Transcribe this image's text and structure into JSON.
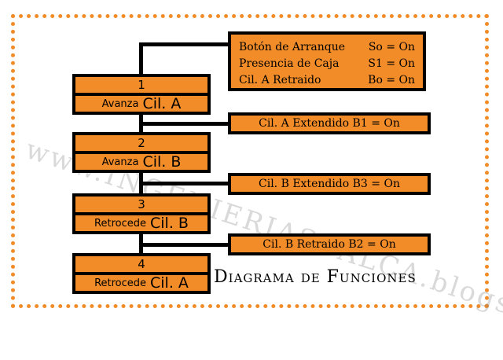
{
  "watermark": "www.INGENIERIASCALCA.blogspot.com",
  "title": "Diagrama de Funciones",
  "start_conditions": [
    {
      "label": "Botón de Arranque",
      "value": "So = On"
    },
    {
      "label": "Presencia de Caja",
      "value": "S1 = On"
    },
    {
      "label": "Cil. A Retraido",
      "value": "Bo = On"
    }
  ],
  "steps": [
    {
      "number": "1",
      "action": "Avanza",
      "cylinder": "Cil. A"
    },
    {
      "number": "2",
      "action": "Avanza",
      "cylinder": "Cil. B"
    },
    {
      "number": "3",
      "action": "Retrocede",
      "cylinder": "Cil. B"
    },
    {
      "number": "4",
      "action": "Retrocede",
      "cylinder": "Cil. A"
    }
  ],
  "transitions": [
    "Cil. A Extendido  B1 = On",
    "Cil. B Extendido  B3 = On",
    "Cil. B Retraido  B2 = On"
  ],
  "colors": {
    "box_fill": "#f28c28",
    "border": "#000000",
    "dots": "#f28c28"
  }
}
